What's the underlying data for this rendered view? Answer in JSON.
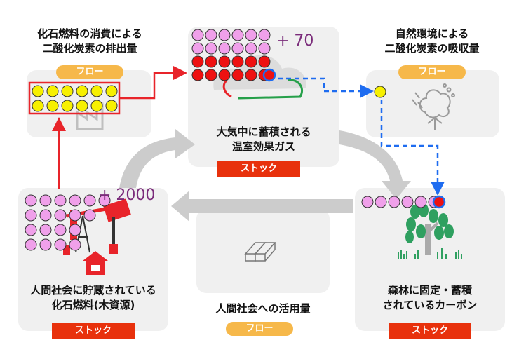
{
  "nodes": {
    "emission": {
      "title_line1": "化石燃料の消費による",
      "title_line2": "二酸化炭素の排出量",
      "badge": "フロー"
    },
    "atmosphere": {
      "title_line1": "大気中に蓄積される",
      "title_line2": "温室効果ガス",
      "badge": "ストック",
      "delta": "+ 70"
    },
    "absorption": {
      "title_line1": "自然環境による",
      "title_line2": "二酸化炭素の吸収量",
      "badge": "フロー"
    },
    "fossil": {
      "title_line1": "人間社会に貯蔵されている",
      "title_line2": "化石燃料(木資源)",
      "badge": "ストック",
      "delta": "+ 2000"
    },
    "usage": {
      "title": "人間社会への活用量",
      "badge": "フロー"
    },
    "forest": {
      "title_line1": "森林に固定・蓄積",
      "title_line2": "されているカーボン",
      "badge": "ストック"
    }
  },
  "colors": {
    "flow_badge": "#f6b84a",
    "stock_badge": "#e8310c",
    "pink_dot": "#f0a0ea",
    "yellow_dot": "#f7f000",
    "red_dot": "#ee1111",
    "arrow_red": "#e8242a",
    "arrow_blue": "#1e6cf0",
    "cycle_arrow": "#cccccc"
  },
  "icons": [
    "factory-icon",
    "cloud-icon",
    "tree-absorbing-icon",
    "oil-pump-icon",
    "house-icon",
    "lumber-icon",
    "sapling-tree-icon"
  ]
}
